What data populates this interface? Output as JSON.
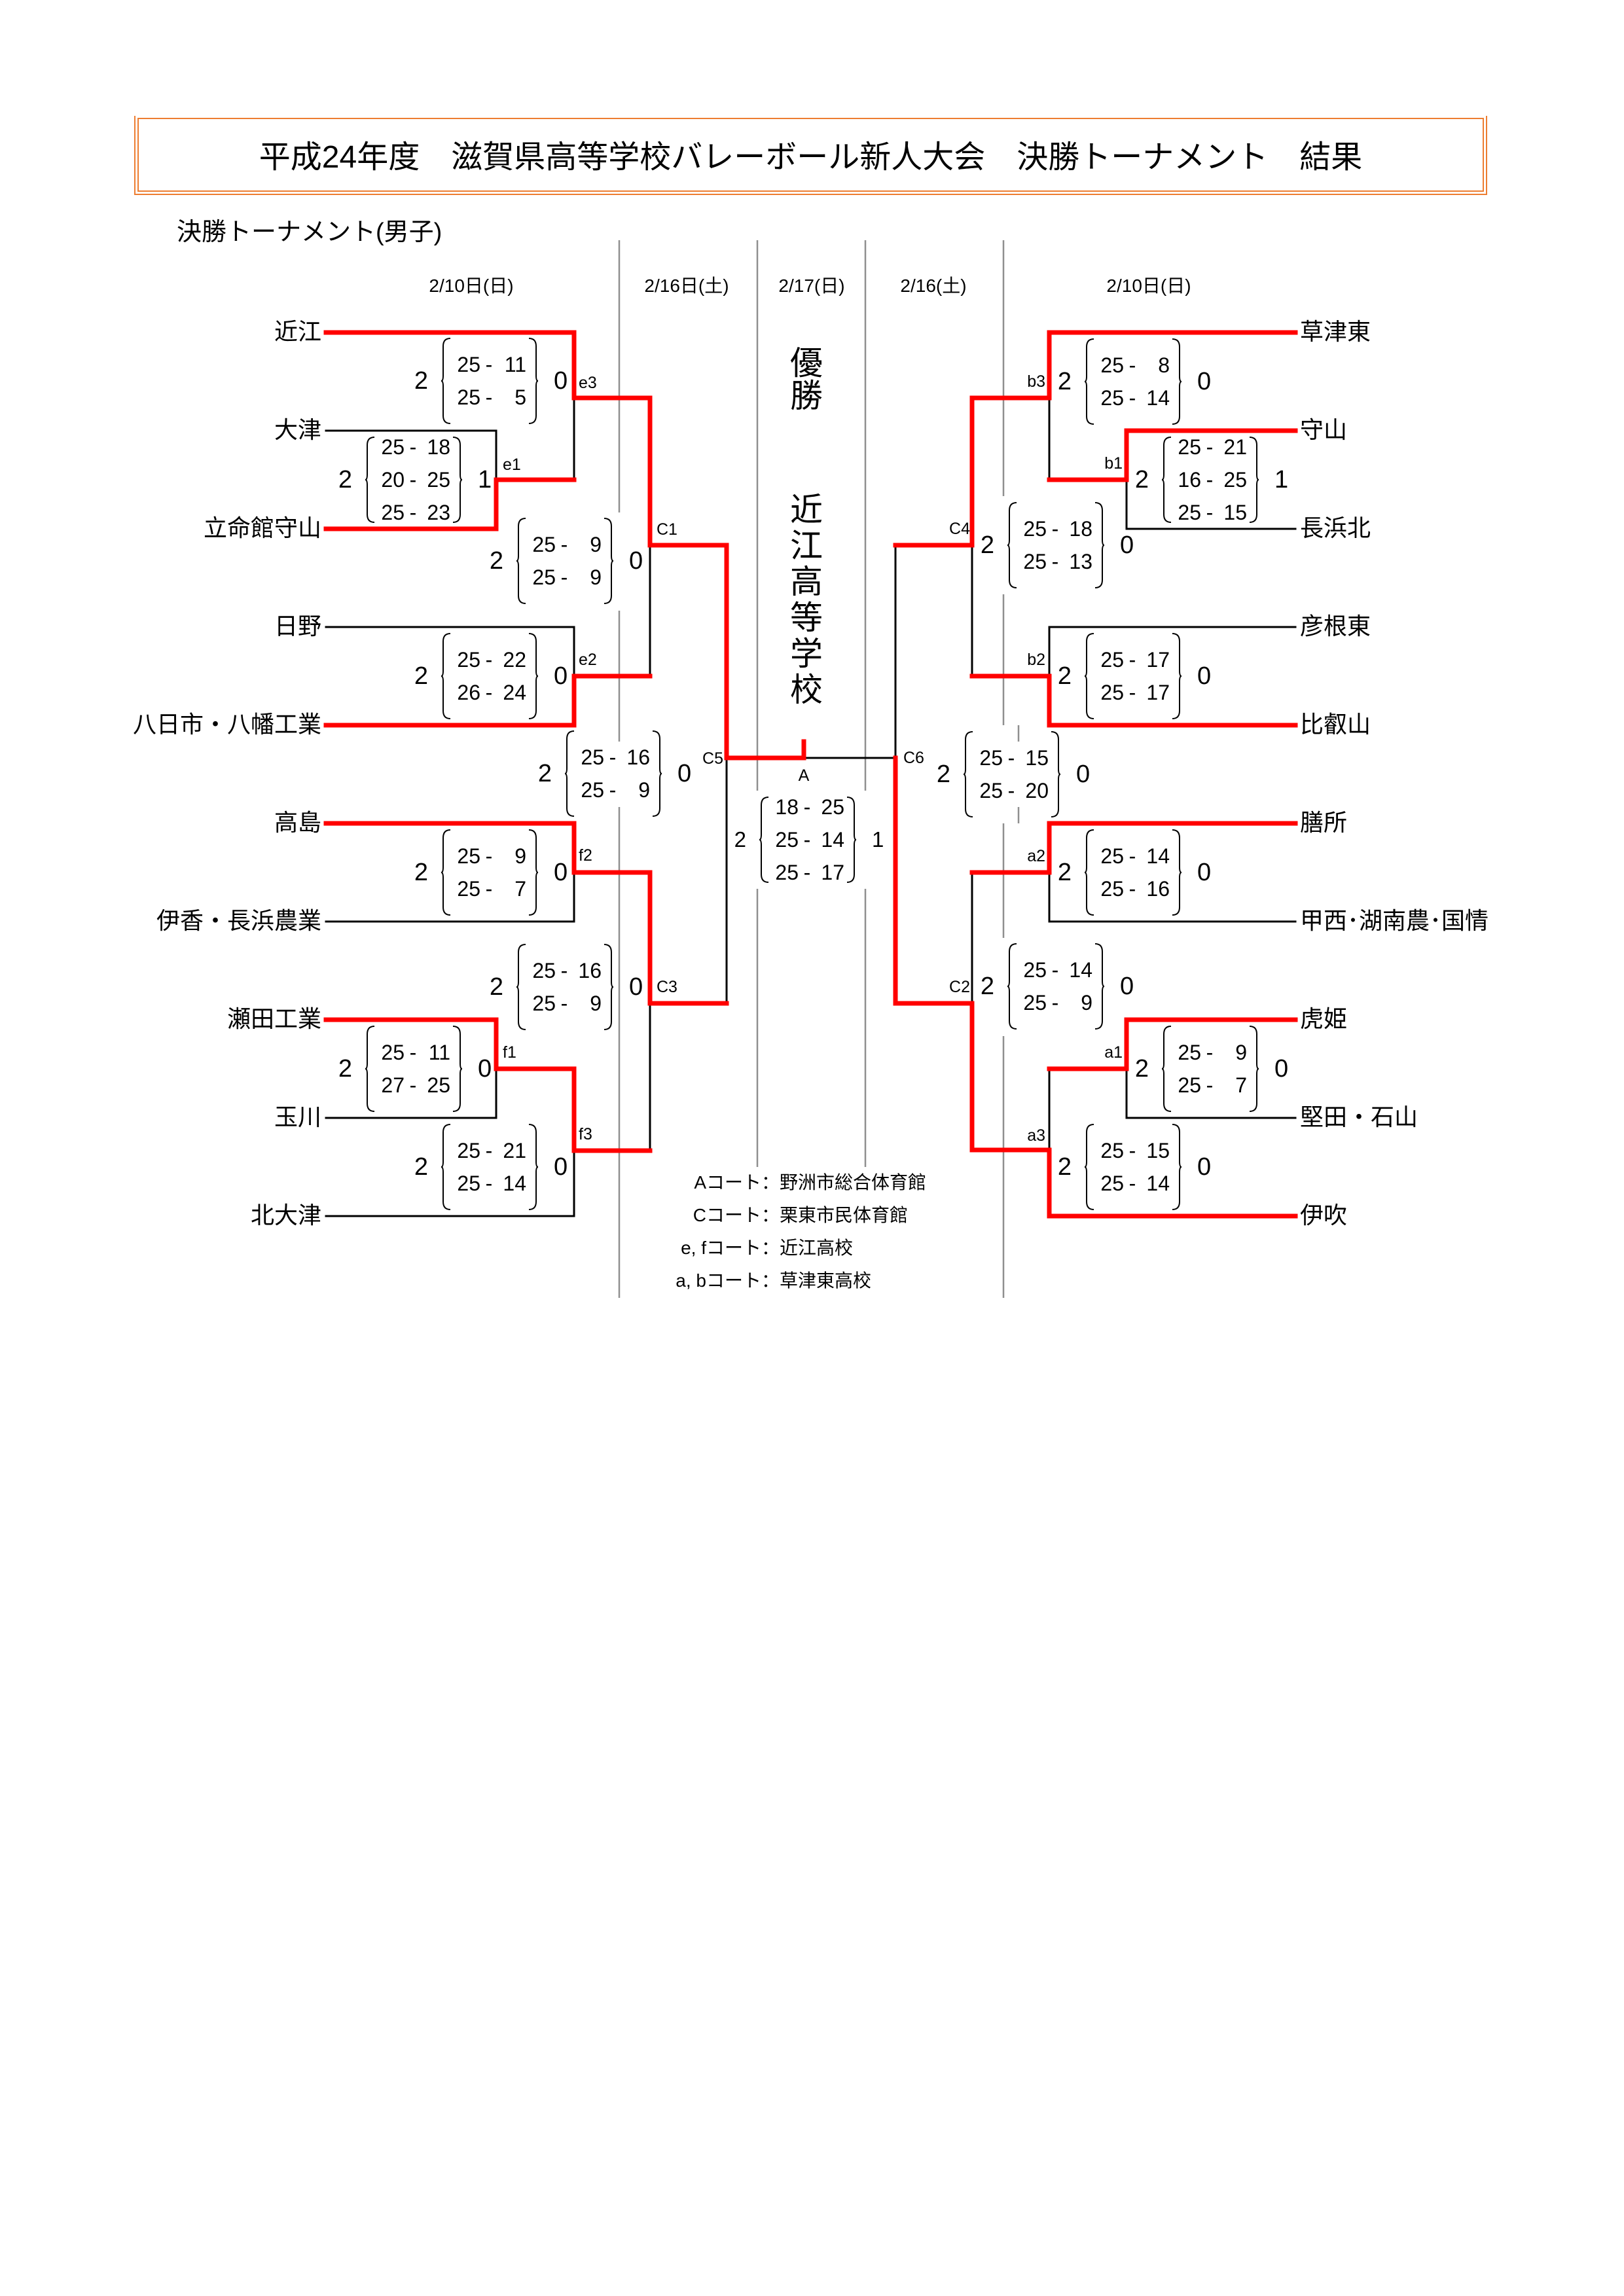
{
  "document": {
    "title": "平成24年度　滋賀県高等学校バレーボール新人大会　決勝トーナメント　結果",
    "section_title": "決勝トーナメント(男子)"
  },
  "round_dates": {
    "left_first": "2/10日(日)",
    "left_second": "2/16日(土)",
    "final": "2/17(日)",
    "right_second": "2/16(土)",
    "right_first": "2/10日(日)"
  },
  "champion": {
    "label": "優勝",
    "team": "近江高等学校"
  },
  "teams": {
    "left": [
      "近江",
      "大津",
      "立命館守山",
      "日野",
      "八日市・八幡工業",
      "高島",
      "伊香・長浜農業",
      "瀬田工業",
      "玉川",
      "北大津"
    ],
    "right": [
      "草津東",
      "守山",
      "長浜北",
      "彦根東",
      "比叡山",
      "膳所",
      "甲西･湖南農･国情",
      "虎姫",
      "堅田・石山",
      "伊吹"
    ]
  },
  "score_separator": "-",
  "matches": [
    {
      "id": "e1",
      "label": "e1",
      "side": "left",
      "entrants": [
        {
          "team": "大津"
        },
        {
          "team": "立命館守山"
        }
      ],
      "winner": "立命館守山",
      "sets_won": 2,
      "sets_lost": 1,
      "sets": [
        [
          25,
          18
        ],
        [
          20,
          25
        ],
        [
          25,
          23
        ]
      ]
    },
    {
      "id": "e3",
      "label": "e3",
      "side": "left",
      "entrants": [
        {
          "team": "近江"
        },
        {
          "winner_of": "e1"
        }
      ],
      "winner": "近江",
      "sets_won": 2,
      "sets_lost": 0,
      "sets": [
        [
          25,
          11
        ],
        [
          25,
          5
        ]
      ]
    },
    {
      "id": "e2",
      "label": "e2",
      "side": "left",
      "entrants": [
        {
          "team": "日野"
        },
        {
          "team": "八日市・八幡工業"
        }
      ],
      "winner": "八日市・八幡工業",
      "sets_won": 2,
      "sets_lost": 0,
      "sets": [
        [
          25,
          22
        ],
        [
          26,
          24
        ]
      ]
    },
    {
      "id": "C1",
      "label": "C1",
      "side": "left",
      "entrants": [
        {
          "winner_of": "e3"
        },
        {
          "winner_of": "e2"
        }
      ],
      "winner": "近江",
      "sets_won": 2,
      "sets_lost": 0,
      "sets": [
        [
          25,
          9
        ],
        [
          25,
          9
        ]
      ]
    },
    {
      "id": "f2",
      "label": "f2",
      "side": "left",
      "entrants": [
        {
          "team": "高島"
        },
        {
          "team": "伊香・長浜農業"
        }
      ],
      "winner": "高島",
      "sets_won": 2,
      "sets_lost": 0,
      "sets": [
        [
          25,
          9
        ],
        [
          25,
          7
        ]
      ]
    },
    {
      "id": "f1",
      "label": "f1",
      "side": "left",
      "entrants": [
        {
          "team": "瀬田工業"
        },
        {
          "team": "玉川"
        }
      ],
      "winner": "瀬田工業",
      "sets_won": 2,
      "sets_lost": 0,
      "sets": [
        [
          25,
          11
        ],
        [
          27,
          25
        ]
      ]
    },
    {
      "id": "f3",
      "label": "f3",
      "side": "left",
      "entrants": [
        {
          "winner_of": "f1"
        },
        {
          "team": "北大津"
        }
      ],
      "winner": "瀬田工業",
      "sets_won": 2,
      "sets_lost": 0,
      "sets": [
        [
          25,
          21
        ],
        [
          25,
          14
        ]
      ]
    },
    {
      "id": "C3",
      "label": "C3",
      "side": "left",
      "entrants": [
        {
          "winner_of": "f2"
        },
        {
          "winner_of": "f3"
        }
      ],
      "winner": "高島",
      "sets_won": 2,
      "sets_lost": 0,
      "sets": [
        [
          25,
          16
        ],
        [
          25,
          9
        ]
      ]
    },
    {
      "id": "C5",
      "label": "C5",
      "side": "left",
      "entrants": [
        {
          "winner_of": "C1"
        },
        {
          "winner_of": "C3"
        }
      ],
      "winner": "近江",
      "sets_won": 2,
      "sets_lost": 0,
      "sets": [
        [
          25,
          16
        ],
        [
          25,
          9
        ]
      ]
    },
    {
      "id": "b1",
      "label": "b1",
      "side": "right",
      "entrants": [
        {
          "team": "守山"
        },
        {
          "team": "長浜北"
        }
      ],
      "winner": "守山",
      "sets_won": 2,
      "sets_lost": 1,
      "sets": [
        [
          25,
          21
        ],
        [
          16,
          25
        ],
        [
          25,
          15
        ]
      ]
    },
    {
      "id": "b3",
      "label": "b3",
      "side": "right",
      "entrants": [
        {
          "team": "草津東"
        },
        {
          "winner_of": "b1"
        }
      ],
      "winner": "草津東",
      "sets_won": 2,
      "sets_lost": 0,
      "sets": [
        [
          25,
          8
        ],
        [
          25,
          14
        ]
      ]
    },
    {
      "id": "b2",
      "label": "b2",
      "side": "right",
      "entrants": [
        {
          "team": "彦根東"
        },
        {
          "team": "比叡山"
        }
      ],
      "winner": "比叡山",
      "sets_won": 2,
      "sets_lost": 0,
      "sets": [
        [
          25,
          17
        ],
        [
          25,
          17
        ]
      ]
    },
    {
      "id": "C4",
      "label": "C4",
      "side": "right",
      "entrants": [
        {
          "winner_of": "b3"
        },
        {
          "winner_of": "b2"
        }
      ],
      "winner": "草津東",
      "sets_won": 2,
      "sets_lost": 0,
      "sets": [
        [
          25,
          18
        ],
        [
          25,
          13
        ]
      ]
    },
    {
      "id": "a2",
      "label": "a2",
      "side": "right",
      "entrants": [
        {
          "team": "膳所"
        },
        {
          "team": "甲西･湖南農･国情"
        }
      ],
      "winner": "膳所",
      "sets_won": 2,
      "sets_lost": 0,
      "sets": [
        [
          25,
          14
        ],
        [
          25,
          16
        ]
      ]
    },
    {
      "id": "a1",
      "label": "a1",
      "side": "right",
      "entrants": [
        {
          "team": "虎姫"
        },
        {
          "team": "堅田・石山"
        }
      ],
      "winner": "虎姫",
      "sets_won": 2,
      "sets_lost": 0,
      "sets": [
        [
          25,
          9
        ],
        [
          25,
          7
        ]
      ]
    },
    {
      "id": "a3",
      "label": "a3",
      "side": "right",
      "entrants": [
        {
          "winner_of": "a1"
        },
        {
          "team": "伊吹"
        }
      ],
      "winner": "伊吹",
      "sets_won": 2,
      "sets_lost": 0,
      "sets": [
        [
          25,
          15
        ],
        [
          25,
          14
        ]
      ]
    },
    {
      "id": "C2",
      "label": "C2",
      "side": "right",
      "entrants": [
        {
          "winner_of": "a2"
        },
        {
          "winner_of": "a3"
        }
      ],
      "winner": "伊吹",
      "sets_won": 2,
      "sets_lost": 0,
      "sets": [
        [
          25,
          14
        ],
        [
          25,
          9
        ]
      ]
    },
    {
      "id": "C6",
      "label": "C6",
      "side": "right",
      "entrants": [
        {
          "winner_of": "C4"
        },
        {
          "winner_of": "C2"
        }
      ],
      "winner": "伊吹",
      "sets_won": 2,
      "sets_lost": 0,
      "sets": [
        [
          25,
          15
        ],
        [
          25,
          20
        ]
      ]
    },
    {
      "id": "A",
      "label": "A",
      "side": "center",
      "round": "final",
      "entrants": [
        {
          "winner_of": "C5"
        },
        {
          "winner_of": "C6"
        }
      ],
      "winner": "近江",
      "sets_won": 2,
      "sets_lost": 1,
      "sets": [
        [
          18,
          25
        ],
        [
          25,
          14
        ],
        [
          25,
          17
        ]
      ]
    }
  ],
  "legend": [
    {
      "court": "Aコート",
      "sep": "：",
      "venue": "野洲市総合体育館"
    },
    {
      "court": "Cコート",
      "sep": "：",
      "venue": "栗東市民体育館"
    },
    {
      "court": "e, fコート",
      "sep": "：",
      "venue": "近江高校"
    },
    {
      "court": "a, bコート",
      "sep": "：",
      "venue": "草津東高校"
    }
  ],
  "colors": {
    "winner_line": "#ff0000",
    "line": "#000000",
    "divider": "#8f8f8f",
    "title_border": "#ed7d31"
  }
}
